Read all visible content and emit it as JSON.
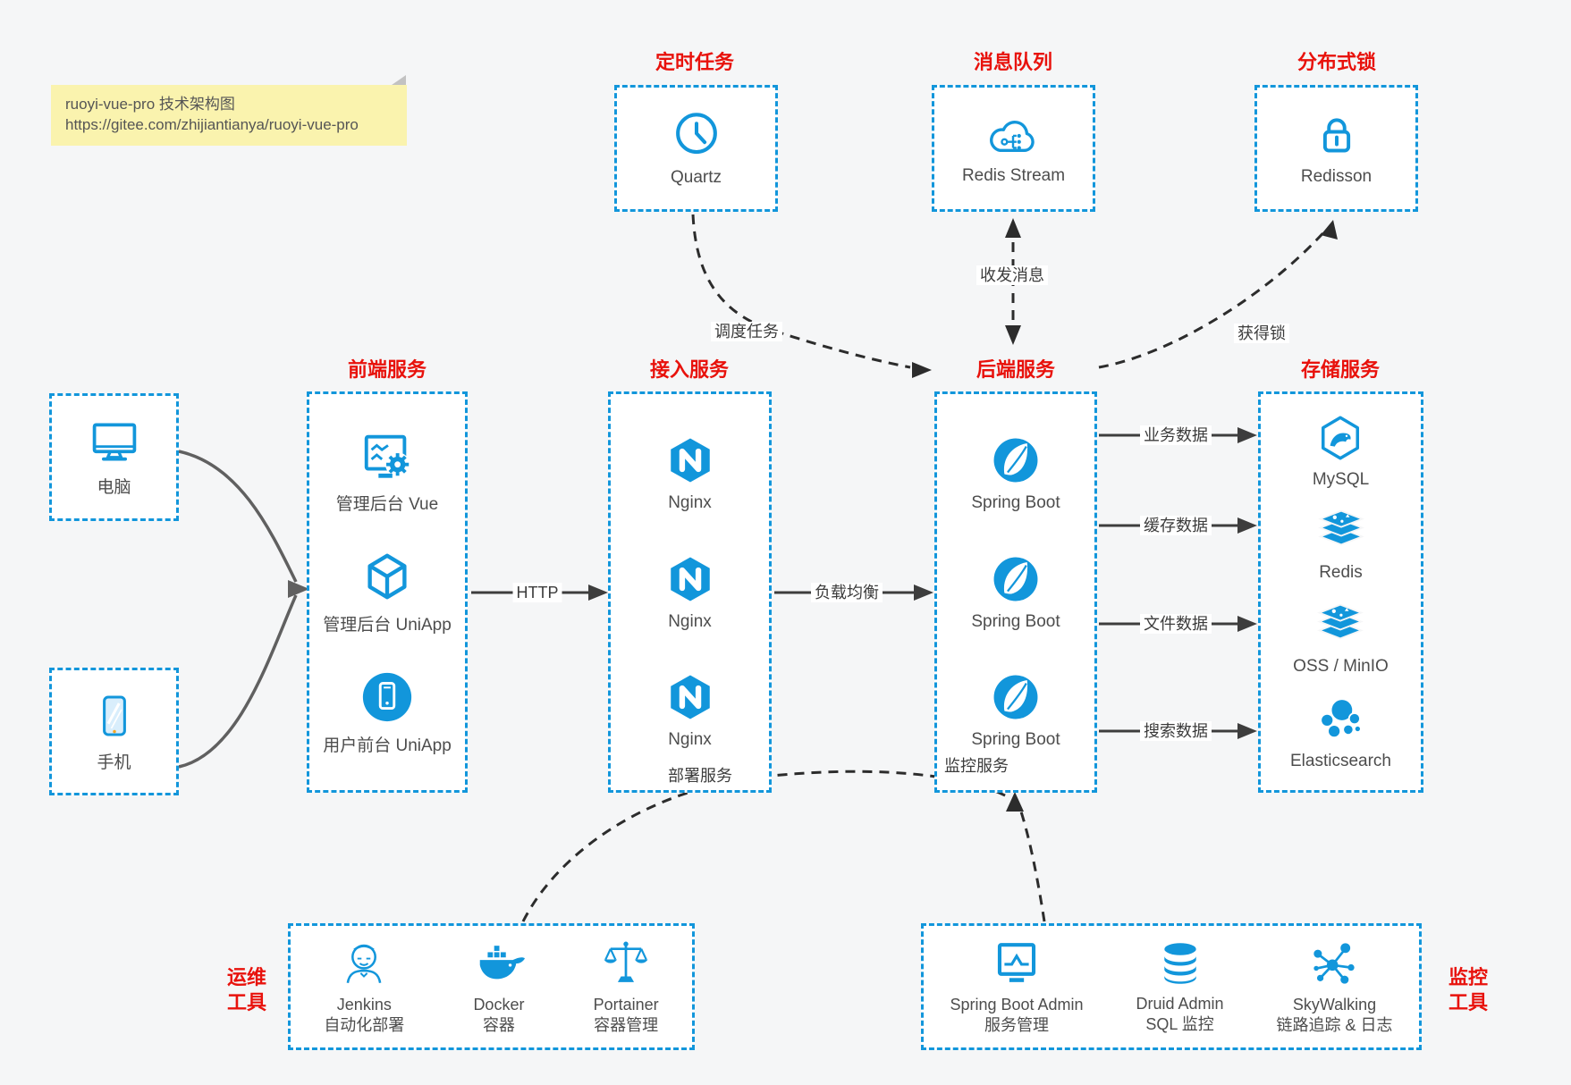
{
  "note": {
    "title": "ruoyi-vue-pro 技术架构图",
    "url": "https://gitee.com/zhijiantianya/ruoyi-vue-pro"
  },
  "colors": {
    "accent_blue": "#1296db",
    "title_red": "#e8120c",
    "note_yellow": "#faf3ae"
  },
  "scheduler": {
    "title": "定时任务",
    "item": "Quartz"
  },
  "mq": {
    "title": "消息队列",
    "item": "Redis Stream"
  },
  "lock": {
    "title": "分布式锁",
    "item": "Redisson"
  },
  "clients": {
    "computer": "电脑",
    "phone": "手机"
  },
  "frontend": {
    "title": "前端服务",
    "items": [
      "管理后台 Vue",
      "管理后台 UniApp",
      "用户前台 UniApp"
    ]
  },
  "gateway": {
    "title": "接入服务",
    "items": [
      "Nginx",
      "Nginx",
      "Nginx"
    ]
  },
  "backend": {
    "title": "后端服务",
    "items": [
      "Spring Boot",
      "Spring Boot",
      "Spring Boot"
    ]
  },
  "storage": {
    "title": "存储服务",
    "items": [
      "MySQL",
      "Redis",
      "OSS / MinIO",
      "Elasticsearch"
    ]
  },
  "ops": {
    "label": [
      "运维",
      "工具"
    ],
    "items": [
      {
        "name": "Jenkins",
        "desc": "自动化部署"
      },
      {
        "name": "Docker",
        "desc": "容器"
      },
      {
        "name": "Portainer",
        "desc": "容器管理"
      }
    ]
  },
  "monitoring": {
    "label": [
      "监控",
      "工具"
    ],
    "items": [
      {
        "name": "Spring Boot Admin",
        "desc": "服务管理"
      },
      {
        "name": "Druid Admin",
        "desc": "SQL 监控"
      },
      {
        "name": "SkyWalking",
        "desc": "链路追踪 & 日志"
      }
    ]
  },
  "edges": {
    "http": "HTTP",
    "load_balance": "负载均衡",
    "schedule": "调度任务",
    "messaging": "收发消息",
    "acquire_lock": "获得锁",
    "business_data": "业务数据",
    "cache_data": "缓存数据",
    "file_data": "文件数据",
    "search_data": "搜索数据",
    "deploy": "部署服务",
    "monitor": "监控服务"
  }
}
